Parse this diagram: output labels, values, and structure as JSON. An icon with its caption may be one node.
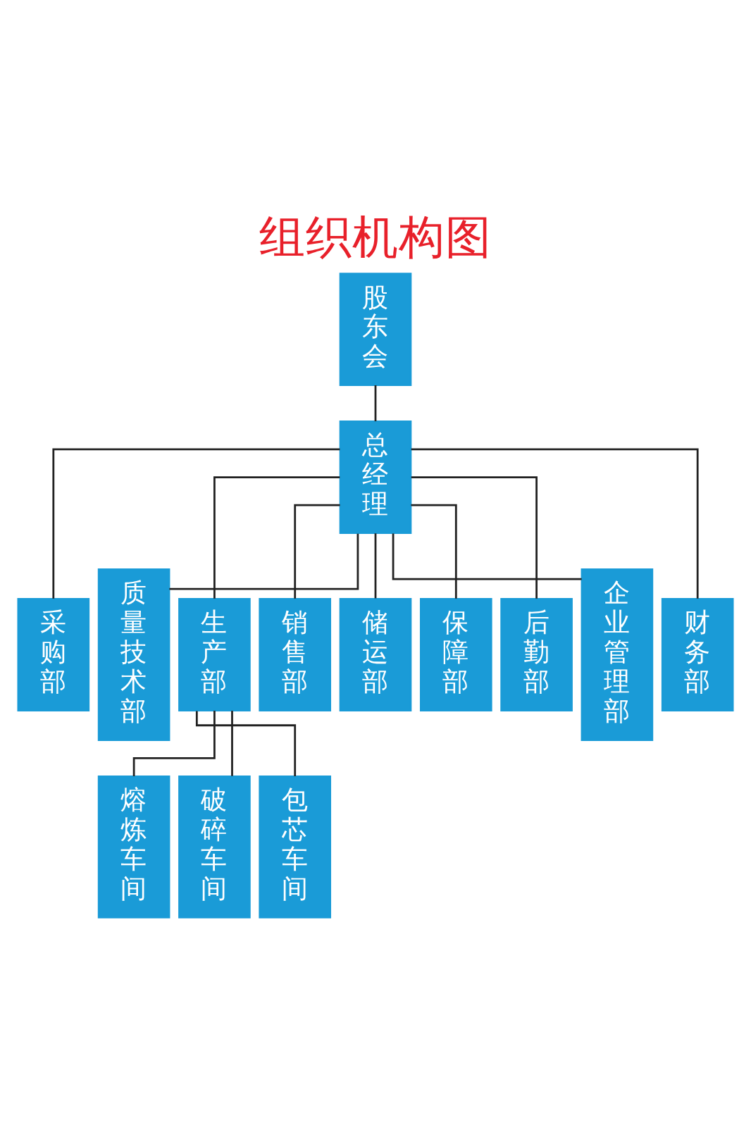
{
  "diagram": {
    "title": "组织机构图",
    "nodes": [
      {
        "text": [
          "股东会"
        ]
      },
      {
        "text": [
          "总经理"
        ]
      },
      {
        "text": [
          "采购部"
        ]
      },
      {
        "text": [
          "质量技术部"
        ]
      },
      {
        "text": [
          "生产部"
        ]
      },
      {
        "text": [
          "销售部"
        ]
      },
      {
        "text": [
          "储运部"
        ]
      },
      {
        "text": [
          "保障部"
        ]
      },
      {
        "text": [
          "后勤部"
        ]
      },
      {
        "text": [
          "企业管理部"
        ]
      },
      {
        "text": [
          "财务部"
        ]
      },
      {
        "text": [
          "熔炼车间"
        ]
      },
      {
        "text": [
          "破碎车间"
        ]
      },
      {
        "text": [
          "包芯车间"
        ]
      }
    ],
    "edges": [
      {
        "from": 0,
        "to": 1,
        "arrow": "none"
      },
      {
        "from": 1,
        "to": 2,
        "arrow": "none"
      },
      {
        "from": 1,
        "to": 3,
        "arrow": "none"
      },
      {
        "from": 1,
        "to": 4,
        "arrow": "none"
      },
      {
        "from": 1,
        "to": 5,
        "arrow": "none"
      },
      {
        "from": 1,
        "to": 6,
        "arrow": "none"
      },
      {
        "from": 1,
        "to": 7,
        "arrow": "none"
      },
      {
        "from": 1,
        "to": 8,
        "arrow": "none"
      },
      {
        "from": 1,
        "to": 9,
        "arrow": "none"
      },
      {
        "from": 1,
        "to": 10,
        "arrow": "none"
      },
      {
        "from": 4,
        "to": 11,
        "arrow": "none"
      },
      {
        "from": 4,
        "to": 12,
        "arrow": "none"
      },
      {
        "from": 4,
        "to": 13,
        "arrow": "none"
      }
    ]
  }
}
